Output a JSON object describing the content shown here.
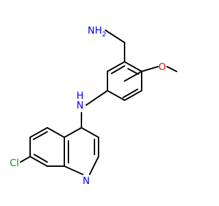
{
  "molecule": {
    "atoms": {
      "amine_nh2": "NH2",
      "amine_nh2_main": "NH",
      "amine_nh2_sub": "2",
      "methoxy_o": "O",
      "amine_bridge": "N",
      "amine_bridge_h": "H",
      "quinoline_n": "N",
      "chlorine": "Cl"
    },
    "colors": {
      "bond": "#000000",
      "nitrogen": "#0000ff",
      "oxygen": "#ff0000",
      "chlorine": "#00a000",
      "background": "#ffffff"
    }
  }
}
